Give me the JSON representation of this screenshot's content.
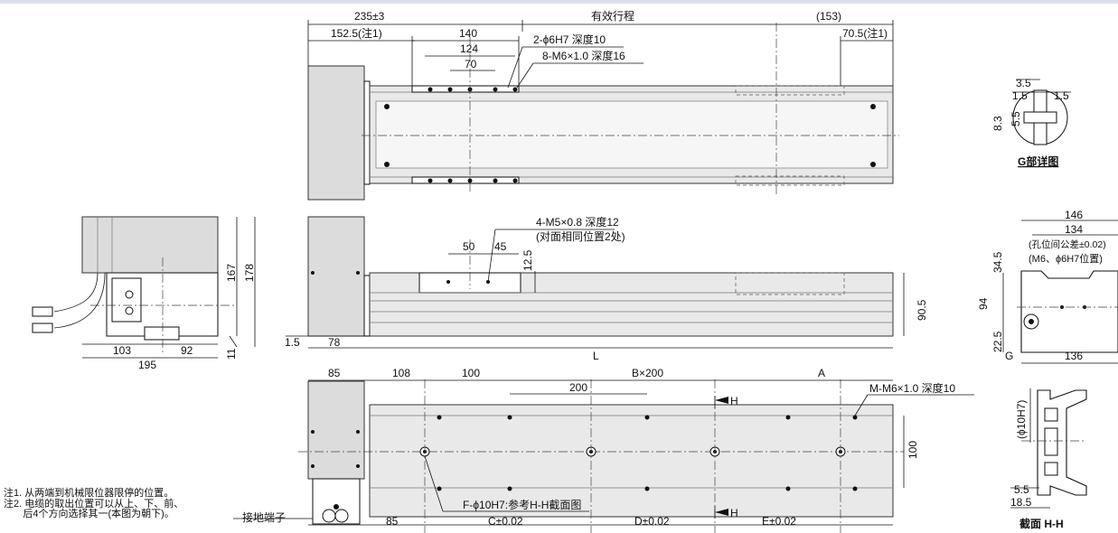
{
  "dims": {
    "d235": "235±3",
    "stroke": "有效行程",
    "d153": "(153)",
    "d1525": "152.5(注1)",
    "d140": "140",
    "d124": "124",
    "d70": "70",
    "d705": "70.5(注1)",
    "holes_h7": "2-ϕ6H7 深度10",
    "m6_16": "8-M6×1.0 深度16",
    "m5": "4-M5×0.8 深度12",
    "m5_note": "(对面相同位置2处)",
    "d50": "50",
    "d45": "45",
    "d125": "12.5",
    "d905": "90.5",
    "d15": "1.5",
    "d78": "78",
    "L": "L",
    "d85a": "85",
    "d108": "108",
    "d100a": "100",
    "bx200": "B×200",
    "A": "A",
    "d200": "200",
    "H1": "H",
    "H2": "H",
    "mm6": "M-M6×1.0 深度10",
    "d100b": "100",
    "f10": "F-ϕ10H7:参考H-H截面图",
    "d85b": "85",
    "c002": "C±0.02",
    "d002": "D±0.02",
    "e002": "E±0.02",
    "ground": "接地端子",
    "d167": "167",
    "d178": "178",
    "d11": "11",
    "d103": "103",
    "d92": "92",
    "d195": "195",
    "g35": "3.5",
    "g15a": "1.5",
    "g15b": "1.5",
    "g83": "8.3",
    "g55": "5.5",
    "g_detail": "G部详图",
    "e146": "146",
    "e134": "134",
    "e_tol": "(孔位间公差±0.02)",
    "e_pos": "(M6、ϕ6H7位置)",
    "e345": "34.5",
    "e94": "94",
    "e225": "22.5",
    "e136": "136",
    "eG": "G",
    "h10": "(ϕ10H7)",
    "h55": "5.5",
    "h185": "18.5",
    "h_sec": "截面 H-H"
  },
  "notes": [
    "注1. 从两端到机械限位器限停的位置。",
    "注2. 电缆的取出位置可以从上、下、前、",
    "       后4个方向选择其一(本图为朝下)。"
  ]
}
